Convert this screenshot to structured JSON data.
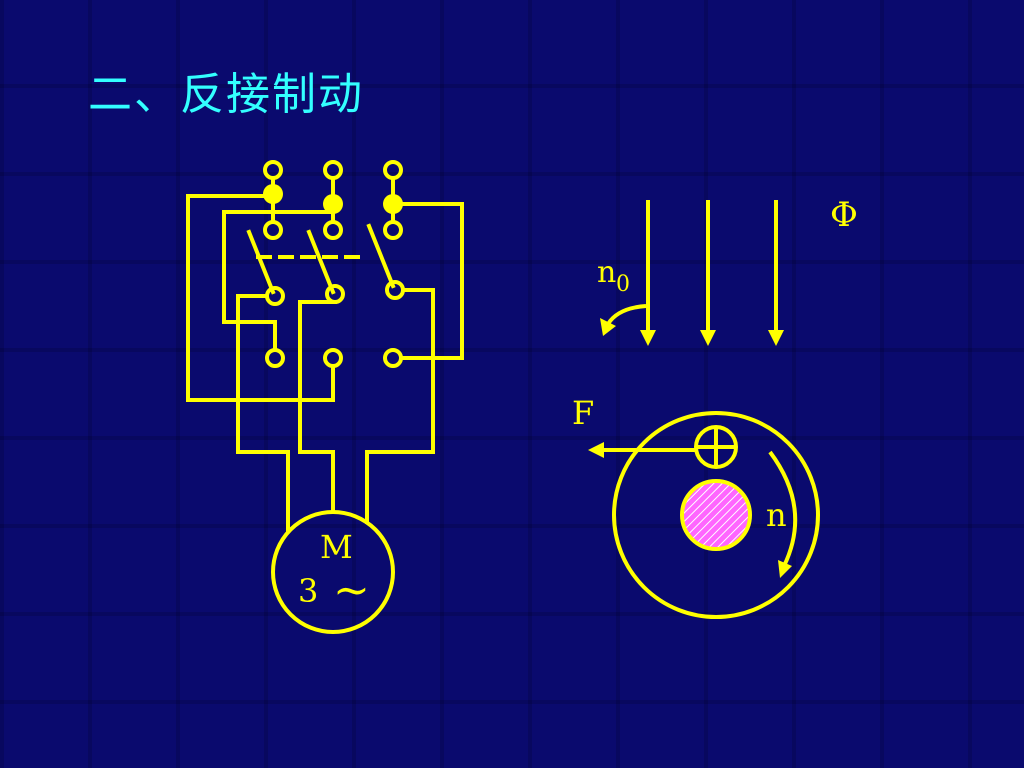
{
  "title": "二、反接制动",
  "labels": {
    "motor_letter": "M",
    "motor_phase": "3",
    "motor_ac": "~",
    "flux": "Φ",
    "n0_base": "n",
    "n0_sub": "0",
    "force": "F",
    "speed": "n"
  },
  "colors": {
    "background": "#0a0a6e",
    "title": "#33ffff",
    "wire": "#ffff00",
    "rotor_fill": "#ff66ff"
  }
}
